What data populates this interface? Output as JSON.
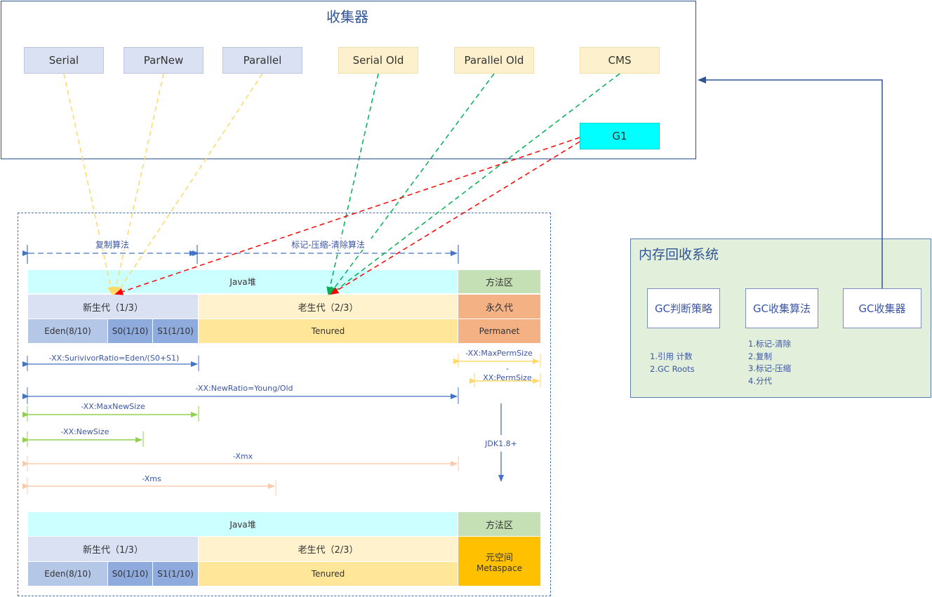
{
  "collectors": {
    "title": "收集器",
    "items": [
      "Serial",
      "ParNew",
      "Parallel",
      "Serial Old",
      "Parallel Old",
      "CMS"
    ],
    "g1": "G1"
  },
  "algorithms": {
    "copy": "复制算法",
    "mark": "标记-压缩-清除算法"
  },
  "heap1": {
    "java_heap": "Java堆",
    "method_area": "方法区",
    "young": "新生代（1/3）",
    "old": "老生代（2/3）",
    "perm": "永久代",
    "eden": "Eden(8/10)",
    "s0": "S0(1/10)",
    "s1": "S1(1/10)",
    "tenured": "Tenured",
    "permanet": "Permanet"
  },
  "params": {
    "survivor_ratio": "-XX:SurivivorRatio=Eden/(S0+S1)",
    "max_perm": "-XX:MaxPermSize",
    "perm": "-XX:PermSize",
    "new_ratio": "-XX:NewRatio=Young/Old",
    "max_new": "-XX:MaxNewSize",
    "new_size": "-XX:NewSize",
    "xmx": "-Xmx",
    "xms": "-Xms",
    "jdk": "JDK1.8+"
  },
  "heap2": {
    "java_heap": "Java堆",
    "method_area": "方法区",
    "young": "新生代（1/3）",
    "old": "老生代（2/3）",
    "meta_line1": "元空间",
    "meta_line2": "Metaspace",
    "eden": "Eden(8/10)",
    "s0": "S0(1/10)",
    "s1": "S1(1/10)",
    "tenured": "Tenured"
  },
  "memory_system": {
    "title": "内存回收系统",
    "boxes": [
      "GC判断策略",
      "GC收集算法",
      "GC收集器"
    ],
    "strategy_list": [
      "1.引用 计数",
      "2.GC Roots"
    ],
    "algorithm_list": [
      "1.标记-清除",
      "2.复制",
      "3.标记-压缩",
      "4.分代"
    ]
  },
  "colors": {
    "frame_blue": "#2f4f8f",
    "young_arrow": "#ffd966",
    "old_arrow": "#00b050",
    "g1_arrow": "#ff0000",
    "param_blue": "#4472c4",
    "param_green": "#92d050",
    "param_peach": "#f8cbad",
    "param_yellow": "#ffd966",
    "java_heap": "#ccffff",
    "method_area": "#c5e0b4",
    "young": "#dae1f2",
    "old": "#fff2cc",
    "perm": "#f4b183",
    "eden": "#b4c7e7",
    "survivor": "#8faadc",
    "tenured": "#ffe699",
    "metaspace": "#ffc000",
    "memory_bg": "#e2efda"
  }
}
